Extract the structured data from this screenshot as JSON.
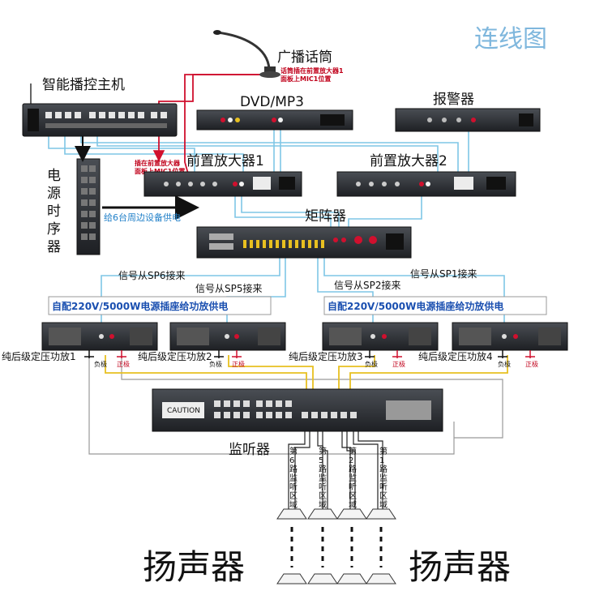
{
  "title": "连线图",
  "devices": {
    "mic": "广播话筒",
    "mic_note_1": "话筒插在前置放大器1",
    "mic_note_2": "面板上MIC1位置",
    "host": "智能播控主机",
    "dvd": "DVD/MP3",
    "alarm": "报警器",
    "preamp1": "前置放大器1",
    "preamp2": "前置放大器2",
    "preamp_note_1": "插在前置放大器",
    "preamp_note_2": "面板上MIC1位置",
    "sequencer": [
      "电",
      "源",
      "时",
      "序",
      "器"
    ],
    "sequencer_note": "给6台周边设备供电",
    "matrix": "矩阵器",
    "monitor": "监听器",
    "monitor_caution": "CAUTION"
  },
  "signals": {
    "sp6": "信号从SP6接来",
    "sp5": "信号从SP5接来",
    "sp2": "信号从SP2接来",
    "sp1": "信号从SP1接来"
  },
  "banners": {
    "left": "自配220V/5000W电源插座给功放供电",
    "right": "自配220V/5000W电源插座给功放供电"
  },
  "amplifiers": [
    {
      "label": "纯后级定压功放1",
      "neg": "负极",
      "pos": "正极"
    },
    {
      "label": "纯后级定压功放2",
      "neg": "负极",
      "pos": "正极"
    },
    {
      "label": "纯后级定压功放3",
      "neg": "负极",
      "pos": "正极"
    },
    {
      "label": "纯后级定压功放4",
      "neg": "负极",
      "pos": "正极"
    }
  ],
  "zones": [
    {
      "chars": [
        "第",
        "6",
        "路",
        "监",
        "听",
        "区",
        "域"
      ]
    },
    {
      "chars": [
        "第",
        "5",
        "路",
        "监",
        "听",
        "区",
        "域"
      ]
    },
    {
      "chars": [
        "第",
        "2",
        "路",
        "监",
        "听",
        "区",
        "域"
      ]
    },
    {
      "chars": [
        "第",
        "1",
        "路",
        "监",
        "听",
        "区",
        "域"
      ]
    }
  ],
  "speakers": {
    "left": "扬声器",
    "right": "扬声器"
  },
  "colors": {
    "wire_blue": "#7fc6e6",
    "wire_red": "#d0102e",
    "wire_yellow": "#e8c020",
    "device_dark": "#2a2d31",
    "title": "#7fb7dd"
  }
}
